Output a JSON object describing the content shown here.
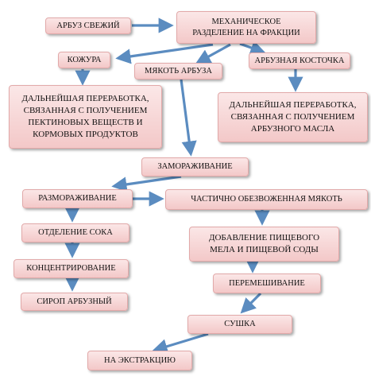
{
  "nodes": {
    "watermelon_fresh": "АРБУЗ СВЕЖИЙ",
    "mechanical_separation": "МЕХАНИЧЕСКОЕ\nРАЗДЕЛЕНИЕ НА ФРАКЦИИ",
    "rind": "КОЖУРА",
    "pulp": "МЯКОТЬ АРБУЗА",
    "seed": "АРБУЗНАЯ КОСТОЧКА",
    "rind_processing": "ДАЛЬНЕЙШАЯ ПЕРЕРАБОТКА,\nСВЯЗАННАЯ С ПОЛУЧЕНИЕМ\nПЕКТИНОВЫХ ВЕЩЕСТВ И\nКОРМОВЫХ ПРОДУКТОВ",
    "seed_processing": "ДАЛЬНЕЙШАЯ ПЕРЕРАБОТКА,\nСВЯЗАННАЯ С ПОЛУЧЕНИЕМ\nАРБУЗНОГО МАСЛА",
    "freezing": "ЗАМОРАЖИВАНИЕ",
    "thawing": "РАЗМОРАЖИВАНИЕ",
    "juice_separation": "ОТДЕЛЕНИЕ СОКА",
    "concentration": "КОНЦЕНТРИРОВАНИЕ",
    "syrup": "СИРОП АРБУЗНЫЙ",
    "dehydrated_pulp": "ЧАСТИЧНО ОБЕЗВОЖЕННАЯ МЯКОТЬ",
    "add_chalk_soda": "ДОБАВЛЕНИЕ ПИЩЕВОГО\nМЕЛА И ПИЩЕВОЙ СОДЫ",
    "mixing": "ПЕРЕМЕШИВАНИЕ",
    "drying": "СУШКА",
    "to_extraction": "НА ЭКСТРАКЦИЮ"
  },
  "colors": {
    "arrow": "#5b8cc0",
    "box_fill": "#f6d3d3",
    "box_border": "#e2a9a9"
  }
}
